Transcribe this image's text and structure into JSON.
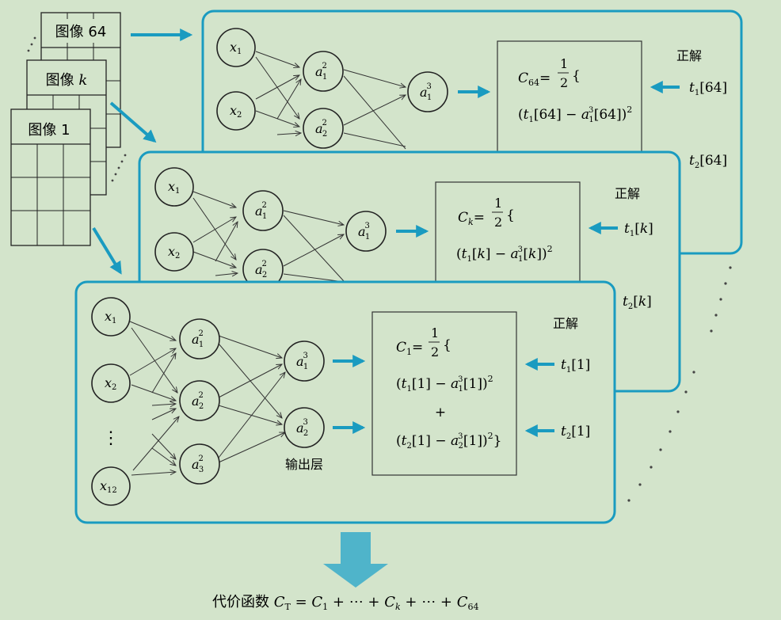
{
  "images": {
    "img64": "图像 64",
    "imgk_prefix": "图像 ",
    "imgk_var": "k",
    "img1": "图像 1"
  },
  "labels": {
    "correct": "正解",
    "output_layer": "输出层",
    "dots": "⋮"
  },
  "cost": {
    "prefix": "代价函数",
    "C": "C",
    "T": "T",
    "eq": " = ",
    "C1": "C",
    "one": "1",
    "plus_dots": " + ⋯ + ",
    "Ck": "C",
    "k": "k",
    "C64": "C",
    "sixtyfour": "64"
  },
  "colors": {
    "panel_border": "#1a9bc0",
    "arrow": "#1a9bc0",
    "big_arrow": "#4fb4ca",
    "background": "#d3e4cb"
  }
}
